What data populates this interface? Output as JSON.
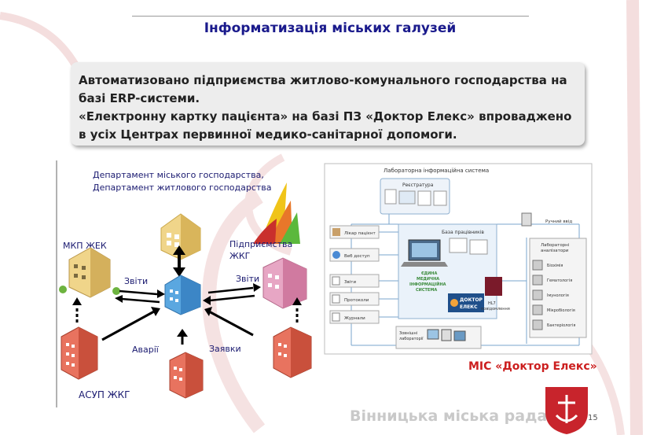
{
  "slide": {
    "title": "Інформатизація міських галузей",
    "callout": {
      "line1": "Автоматизовано підприємства житлово-комунального господарства на",
      "line2": "базі ERP-системи.",
      "line3": "«Електронну картку пацієнта» на базі ПЗ «Доктор Елекс» впроваджено",
      "line4": "в усіх Центрах первинної медико-санітарної допомоги."
    },
    "footer": "Вінницька міська рада",
    "page_number": "15"
  },
  "left_diagram": {
    "departments_line1": "Департамент міського господарства,",
    "departments_line2": "Департамент житлового господарства",
    "mkp": "МКП ЖЕК",
    "enterprises_line1": "Підприємства",
    "enterprises_line2": "ЖКГ",
    "reports_left": "Звіти",
    "reports_right": "Звіти",
    "accidents": "Аварії",
    "requests": "Заявки",
    "asup": "АСУП ЖКГ"
  },
  "right_diagram": {
    "title": "Лабораторна інформаційна система",
    "registry": "Реєстратура",
    "staff_base": "База працівників",
    "manual_input": "Ручний ввід",
    "lab_analyzers_line1": "Лабораторні",
    "lab_analyzers_line2": "аналізатори",
    "patient_portal": "Лікар пацієнт",
    "web_access": "Веб доступ",
    "reports": "Звіти",
    "protocols": "Протоколи",
    "journals": "Журнали",
    "central_line1": "ЄДИНА",
    "central_line2": "МЕДИЧНА",
    "central_line3": "ІНФОРМАЦІЙНА",
    "central_line4": "СИСТЕМА",
    "brand_line1": "ДОКТОР",
    "brand_line2": "ЕЛЕКС",
    "hl7_line1": "HL7",
    "hl7_line2": "повідомлення",
    "other_labs_line1": "Зовнішні",
    "other_labs_line2": "лабораторії",
    "caption": "МІС «Доктор Елекс»",
    "lab_hematology": "Гематологія",
    "lab_biochemistry": "Біохімія",
    "lab_immunology": "Імунологія",
    "lab_microbiology": "Мікробіологія",
    "lab_bacteriology": "Бактеріологія"
  }
}
